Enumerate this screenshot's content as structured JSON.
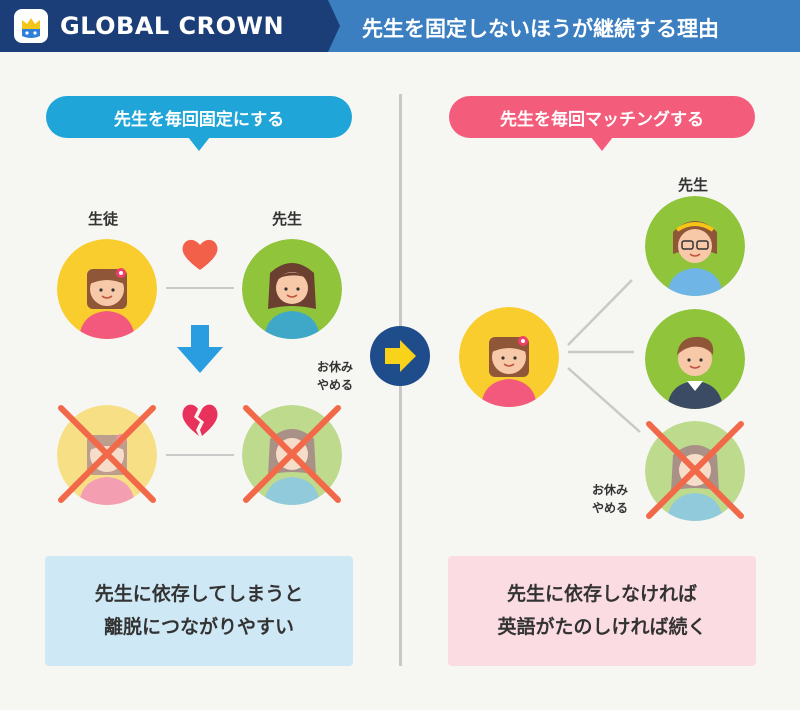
{
  "header": {
    "brand": "GLOBAL CROWN",
    "title": "先生を固定しないほうが継続する理由"
  },
  "left": {
    "bubble": "先生を毎回固定にする",
    "student_label": "生徒",
    "teacher_label": "先生",
    "absent_label": "お休み\nやめる",
    "result_line1": "先生に依存してしまうと",
    "result_line2": "離脱につながりやすい"
  },
  "right": {
    "bubble": "先生を毎回マッチングする",
    "teacher_label": "先生",
    "absent_label": "お休み\nやめる",
    "result_line1": "先生に依存しなければ",
    "result_line2": "英語がたのしければ続く"
  },
  "colors": {
    "header_dark": "#1b3e78",
    "header_light": "#3b7fc0",
    "blue": "#1fa5d8",
    "pink": "#f35d7b",
    "cross": "#f2694a",
    "heart": "#f2604a",
    "arrow": "#2a9de0"
  },
  "icons": [
    "crown-logo-icon",
    "heart-icon",
    "broken-heart-icon",
    "down-arrow-icon",
    "right-arrow-icon",
    "cross-icon"
  ]
}
